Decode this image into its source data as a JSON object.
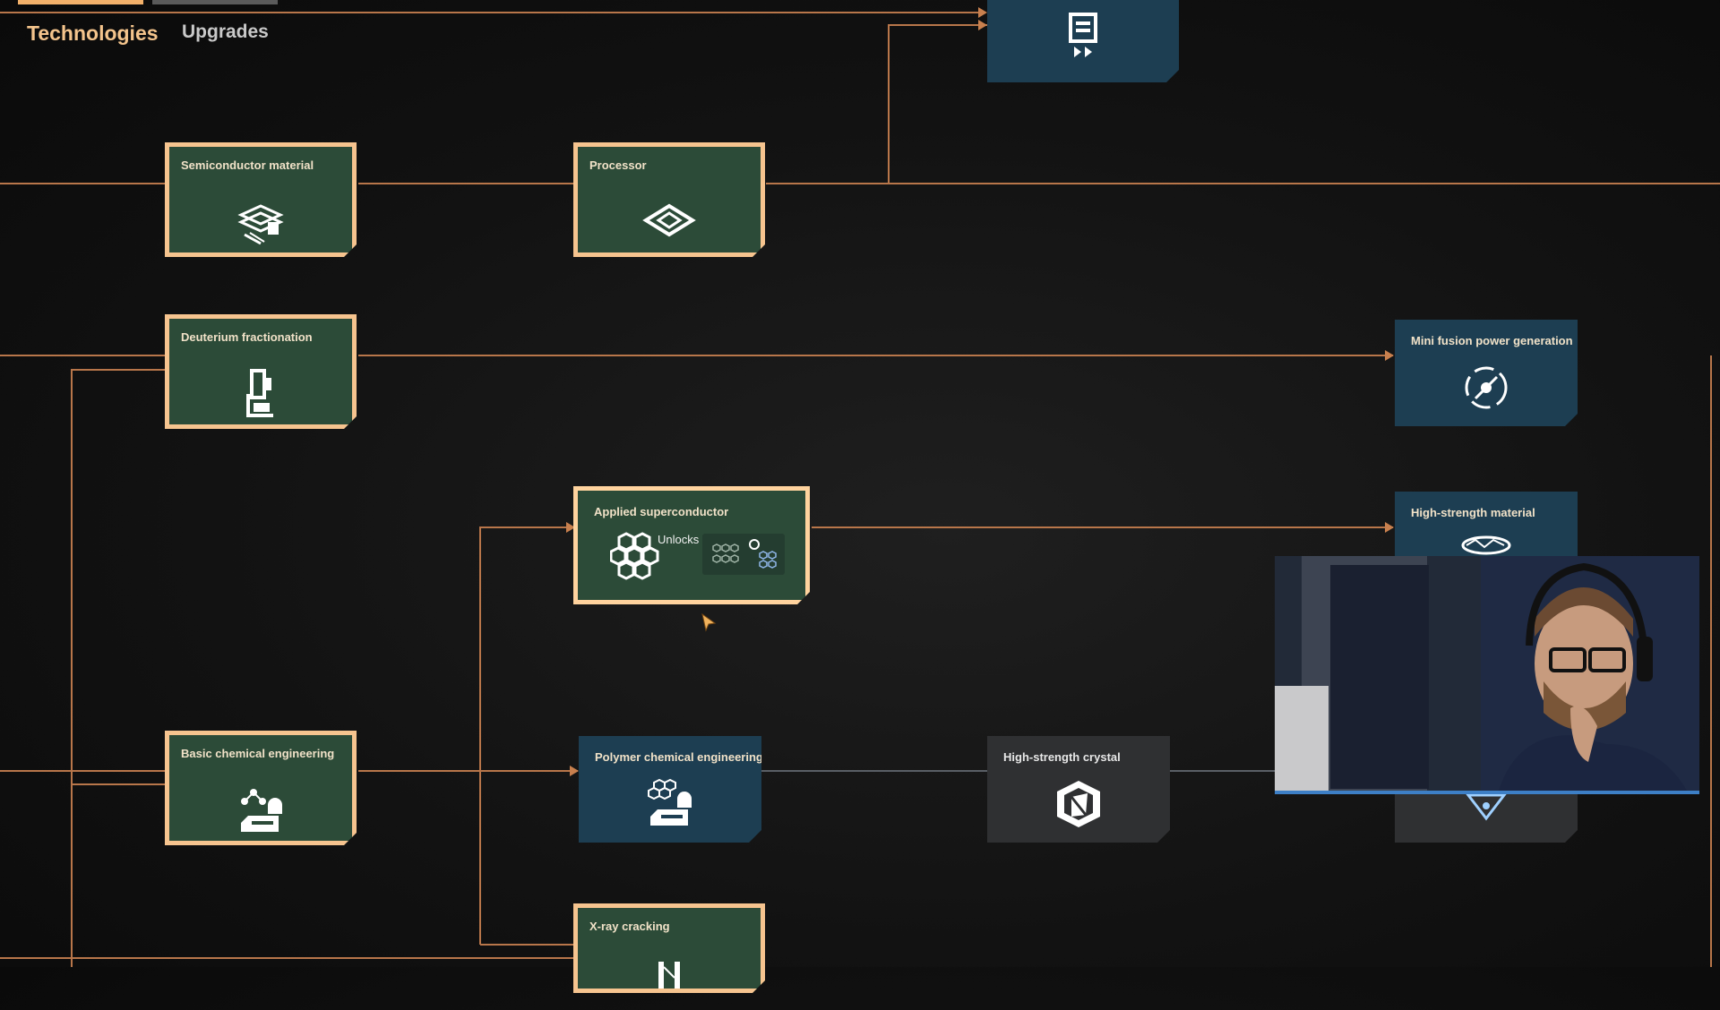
{
  "tabs": [
    {
      "label": "Technologies",
      "active": true
    },
    {
      "label": "Upgrades",
      "active": false
    }
  ],
  "colors": {
    "edge": "#b8764a",
    "researched_bg": "#2c4b38",
    "researched_border": "#f6c48f",
    "available_bg": "#1d3e52",
    "locked_bg": "#2f3032",
    "active_tab": "#f4c48c"
  },
  "nodes": [
    {
      "id": "top-node",
      "title": "",
      "state": "available",
      "icon": "conveyor-machine-icon"
    },
    {
      "id": "semiconductor-material",
      "title": "Semiconductor material",
      "state": "researched",
      "icon": "wafer-stack-icon"
    },
    {
      "id": "processor",
      "title": "Processor",
      "state": "researched",
      "icon": "processor-chip-icon"
    },
    {
      "id": "deuterium-fractionation",
      "title": "Deuterium fractionation",
      "state": "researched",
      "icon": "fractionator-icon"
    },
    {
      "id": "mini-fusion-power-generation",
      "title": "Mini fusion power generation",
      "state": "available",
      "icon": "fusion-atom-icon"
    },
    {
      "id": "applied-superconductor",
      "title": "Applied superconductor",
      "state": "selected",
      "icon": "hexagon-lattice-icon",
      "unlocks_label": "Unlocks"
    },
    {
      "id": "high-strength-material",
      "title": "High-strength material",
      "state": "available",
      "icon": "material-mesh-icon"
    },
    {
      "id": "basic-chemical-engineering",
      "title": "Basic chemical engineering",
      "state": "researched",
      "icon": "chemical-plant-icon"
    },
    {
      "id": "polymer-chemical-engineering",
      "title": "Polymer chemical engineering",
      "state": "available",
      "icon": "polymer-plant-icon"
    },
    {
      "id": "high-strength-crystal",
      "title": "High-strength crystal",
      "state": "locked",
      "icon": "crystal-cube-icon"
    },
    {
      "id": "x-ray-cracking",
      "title": "X-ray cracking",
      "state": "researched",
      "icon": "cracking-tower-icon"
    }
  ],
  "webcam": {
    "icon": "webcam-feed-icon"
  }
}
